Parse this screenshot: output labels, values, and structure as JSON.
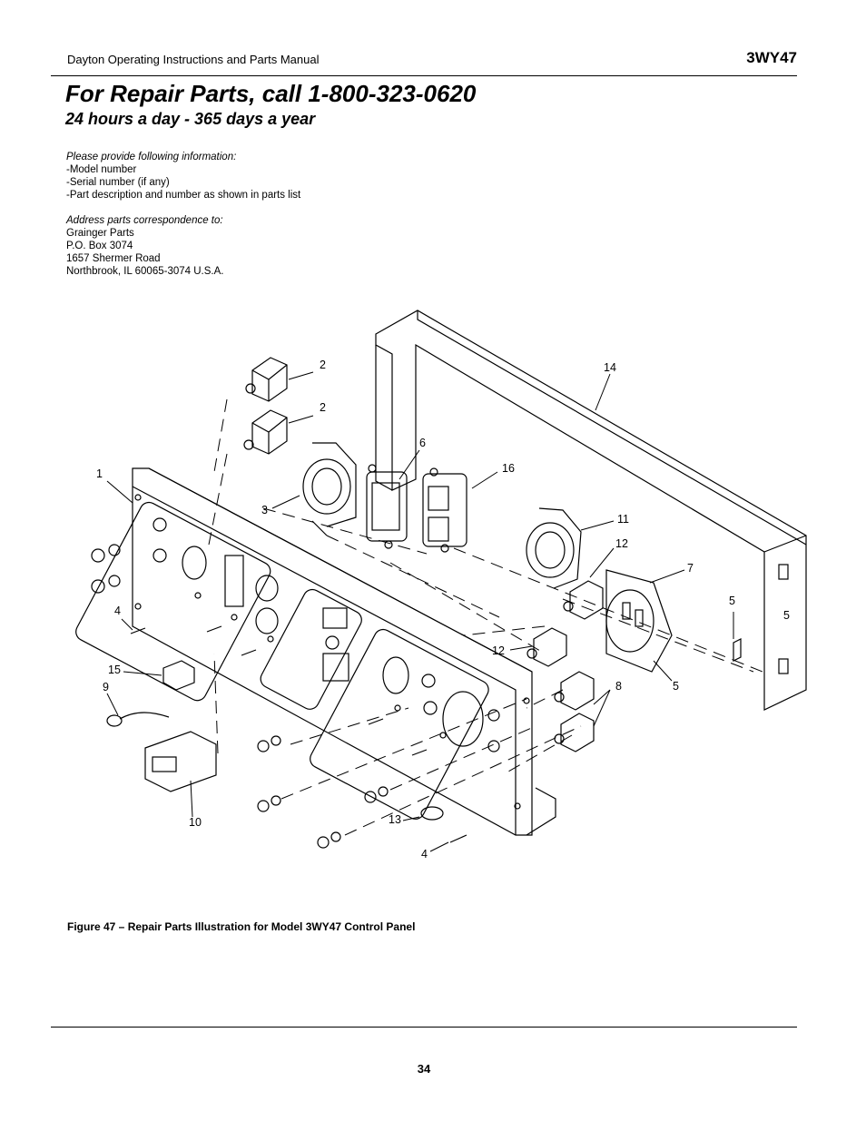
{
  "header": {
    "manual_title": "Dayton Operating Instructions and Parts Manual",
    "model": "3WY47"
  },
  "title": "For Repair Parts, call 1-800-323-0620",
  "subtitle": "24 hours a day - 365 days a year",
  "info": {
    "provide_heading": "Please provide following information:",
    "provide_items": [
      "-Model number",
      "-Serial number (if any)",
      "-Part description and number as shown in parts list"
    ],
    "address_heading": "Address parts correspondence to:",
    "address_lines": [
      "Grainger Parts",
      "P.O. Box 3074",
      "1657 Shermer Road",
      "Northbrook, IL  60065-3074 U.S.A."
    ]
  },
  "figure": {
    "callouts": [
      "2",
      "2",
      "14",
      "6",
      "16",
      "1",
      "3",
      "11",
      "12",
      "7",
      "4",
      "5",
      "5",
      "12",
      "15",
      "9",
      "8",
      "5",
      "10",
      "13",
      "4"
    ]
  },
  "caption": "Figure 47 – Repair Parts Illustration for Model 3WY47 Control Panel",
  "page_number": "34"
}
